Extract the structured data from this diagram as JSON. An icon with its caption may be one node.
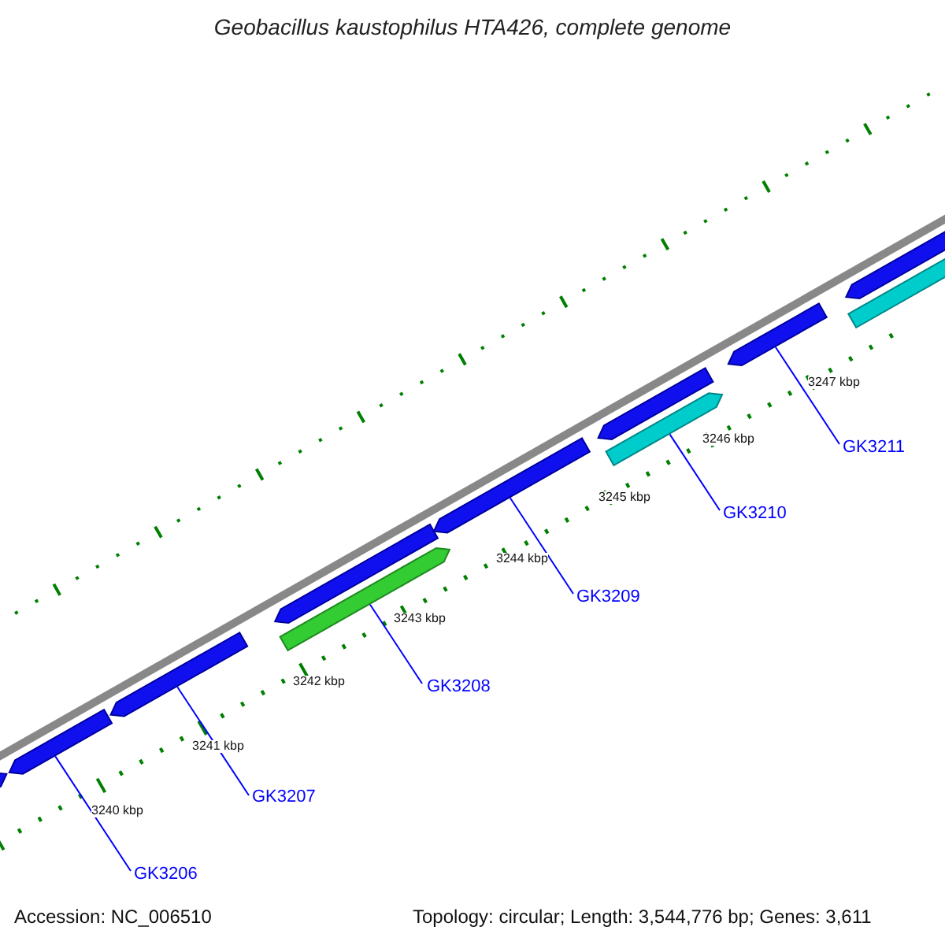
{
  "diagram": {
    "title": "Geobacillus kaustophilus HTA426, complete genome",
    "nodes": [
      {
        "text": [
          "GK3206"
        ]
      },
      {
        "text": [
          "GK3207"
        ]
      },
      {
        "text": [
          "GK3208"
        ]
      },
      {
        "text": [
          "GK3209"
        ]
      },
      {
        "text": [
          "GK3210"
        ]
      },
      {
        "text": [
          "GK3211"
        ]
      },
      {
        "text": [],
        "shape": "bar"
      },
      {
        "text": [],
        "shape": "bar"
      },
      {
        "text": [],
        "shape": "bar"
      },
      {
        "text": [],
        "shape": "bar"
      },
      {
        "text": [],
        "shape": "bar"
      },
      {
        "text": [],
        "shape": "bar"
      },
      {
        "text": [],
        "shape": "bar"
      },
      {
        "text": [],
        "shape": "bar"
      },
      {
        "text": [],
        "shape": "bar"
      },
      {
        "text": [],
        "shape": "bar"
      },
      {
        "text": [],
        "shape": "bar"
      }
    ],
    "edges": [
      {
        "from": 0,
        "to": 7,
        "arrow": "none"
      },
      {
        "from": 1,
        "to": 8,
        "arrow": "none"
      },
      {
        "from": 2,
        "to": 10,
        "arrow": "none"
      },
      {
        "from": 3,
        "to": 11,
        "arrow": "none"
      },
      {
        "from": 4,
        "to": 13,
        "arrow": "none"
      },
      {
        "from": 5,
        "to": 14,
        "arrow": "none"
      }
    ],
    "labels": [
      "3240 kbp",
      "3241 kbp",
      "3242 kbp",
      "3243 kbp",
      "3244 kbp",
      "3245 kbp",
      "3246 kbp",
      "3247 kbp",
      "Accession: NC_006510",
      "Topology: circular; Length: 3,544,776 bp; Genes: 3,611"
    ]
  }
}
